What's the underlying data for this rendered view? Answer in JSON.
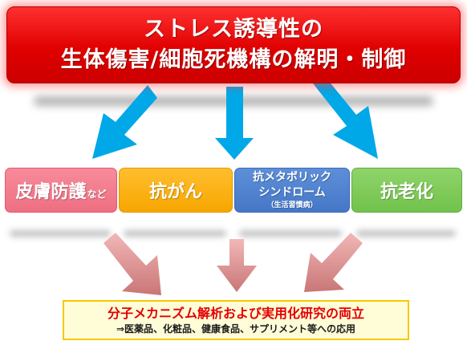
{
  "title": {
    "line1": "ストレス誘導性の",
    "line2": "生体傷害/細胞死機構の解明・制御"
  },
  "categories": {
    "skin_protection": {
      "main": "皮膚防護",
      "small": "など"
    },
    "anti_cancer": {
      "label": "抗がん"
    },
    "anti_metabolic": {
      "line1": "抗メタボリック",
      "line2": "シンドローム",
      "note": "（生活習慣病）"
    },
    "anti_aging": {
      "label": "抗老化"
    }
  },
  "bottom": {
    "line1": "分子メカニズム解析および実用化研究の両立",
    "line2": "⇒医薬品、化粧品、健康食品、サプリメント等への応用"
  },
  "colors": {
    "title_red": "#e00000",
    "arrow_blue": "#00a8e8",
    "arrow_pink": "#d98a8a",
    "skin_pink": "#f07a8d",
    "cancer_orange": "#f9ad0f",
    "metabolic_blue": "#4e80cf",
    "aging_green": "#7ccb55",
    "bottom_text_red": "#e30000",
    "bottom_border_yellow": "#f7c800"
  }
}
